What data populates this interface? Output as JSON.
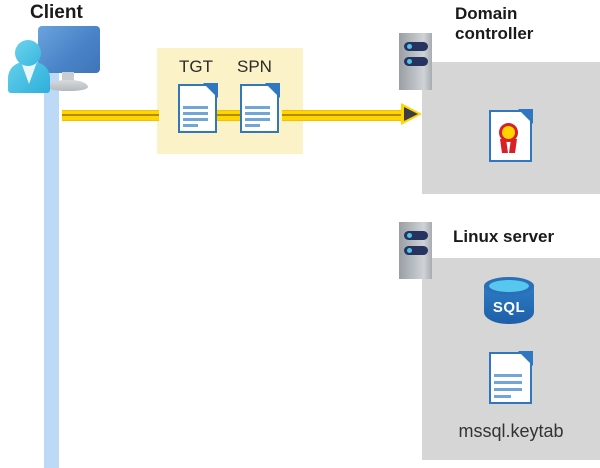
{
  "diagram": {
    "title_client": "Client",
    "title_domain_controller": "Domain\ncontroller",
    "title_linux_server": "Linux server",
    "flow": {
      "tgt_label": "TGT",
      "spn_label": "SPN",
      "direction": "client-to-domain-controller"
    },
    "domain_controller": {
      "artifact": "certificate"
    },
    "linux_server": {
      "database_label": "SQL",
      "keytab_filename": "mssql.keytab"
    },
    "colors": {
      "flow_band": "#fcf2c8",
      "flow_line": "#ffd400",
      "flow_line_core": "#b08c00",
      "panel_gray": "#d6d6d6",
      "lifeline_blue": "#bcd9f5",
      "doc_blue": "#2f77c0",
      "server_navy": "#25335e",
      "server_dot_blue": "#4fc3e8",
      "sql_blue": "#1d5fa8",
      "cert_red": "#d92027",
      "cert_yellow": "#ffd400",
      "arrow_head": "#3c3c46",
      "title_text": "#1a1a1a"
    }
  }
}
